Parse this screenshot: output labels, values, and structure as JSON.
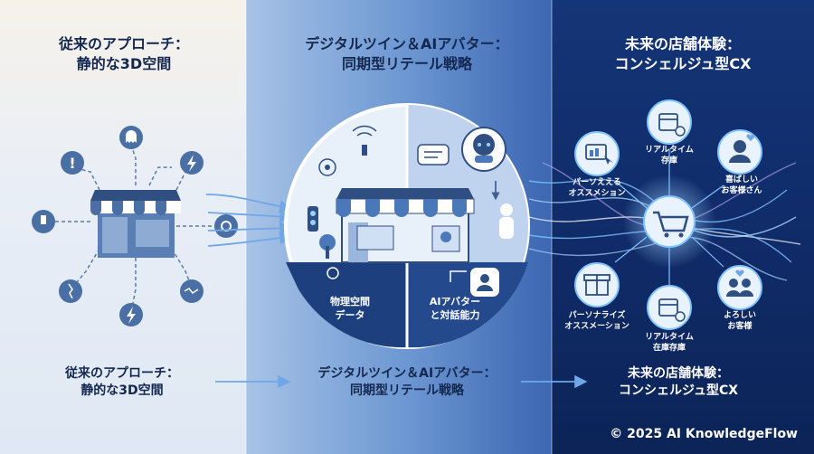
{
  "left": {
    "title_line1": "従来のアプローチ：",
    "title_line2": "静的な3D空間"
  },
  "middle": {
    "title_line1": "デジタルツイン＆AIアバター：",
    "title_line2": "同期型リテール戦略",
    "label_data_line1": "物理空間",
    "label_data_line2": "データ",
    "label_ai_line1": "AIアバター",
    "label_ai_line2": "と対話能力"
  },
  "right": {
    "title_line1": "未来の店舗体験：",
    "title_line2": "コンシェルジュ型CX",
    "nodes": [
      {
        "line1": "リアルタイム",
        "line2": "存庫"
      },
      {
        "line1": "喜ばしい",
        "line2": "お客様さん"
      },
      {
        "line1": "パーソええる",
        "line2": "オススメション"
      },
      {
        "line1": "パーソナライズ",
        "line2": "オススメーション"
      },
      {
        "line1": "リアルタイム",
        "line2": "在庫存庫"
      },
      {
        "line1": "よろしい",
        "line2": "お客様"
      }
    ]
  },
  "bottom": {
    "left_line1": "従来のアプローチ：",
    "left_line2": "静的な3D空間",
    "mid_line1": "デジタルツイン＆AIアバター：",
    "mid_line2": "同期型リテール戦略",
    "right_line1": "未来の店舗体験：",
    "right_line2": "コンシェルジュ型CX"
  },
  "copyright": "© 2025 AI KnowledgeFlow",
  "colors": {
    "navy": "#14284f",
    "accent_blue": "#3f6cb6",
    "deep_navy": "#0f2a66",
    "icon_fill": "#4a6fa5"
  }
}
